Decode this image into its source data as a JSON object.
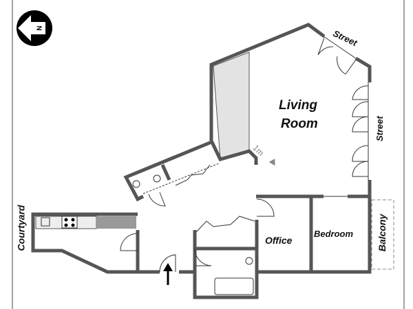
{
  "rooms": {
    "living_room_line1": "Living",
    "living_room_line2": "Room",
    "office": "Office",
    "bedroom": "Bedroom",
    "balcony": "Balcony"
  },
  "surroundings": {
    "street_top": "Street",
    "street_right": "Street",
    "courtyard": "Courtyard"
  },
  "scale_label": "1m",
  "compass_label": "N",
  "colors": {
    "wall": "#555555",
    "shaded_area": "#e3e3e3",
    "counter": "#999999"
  }
}
